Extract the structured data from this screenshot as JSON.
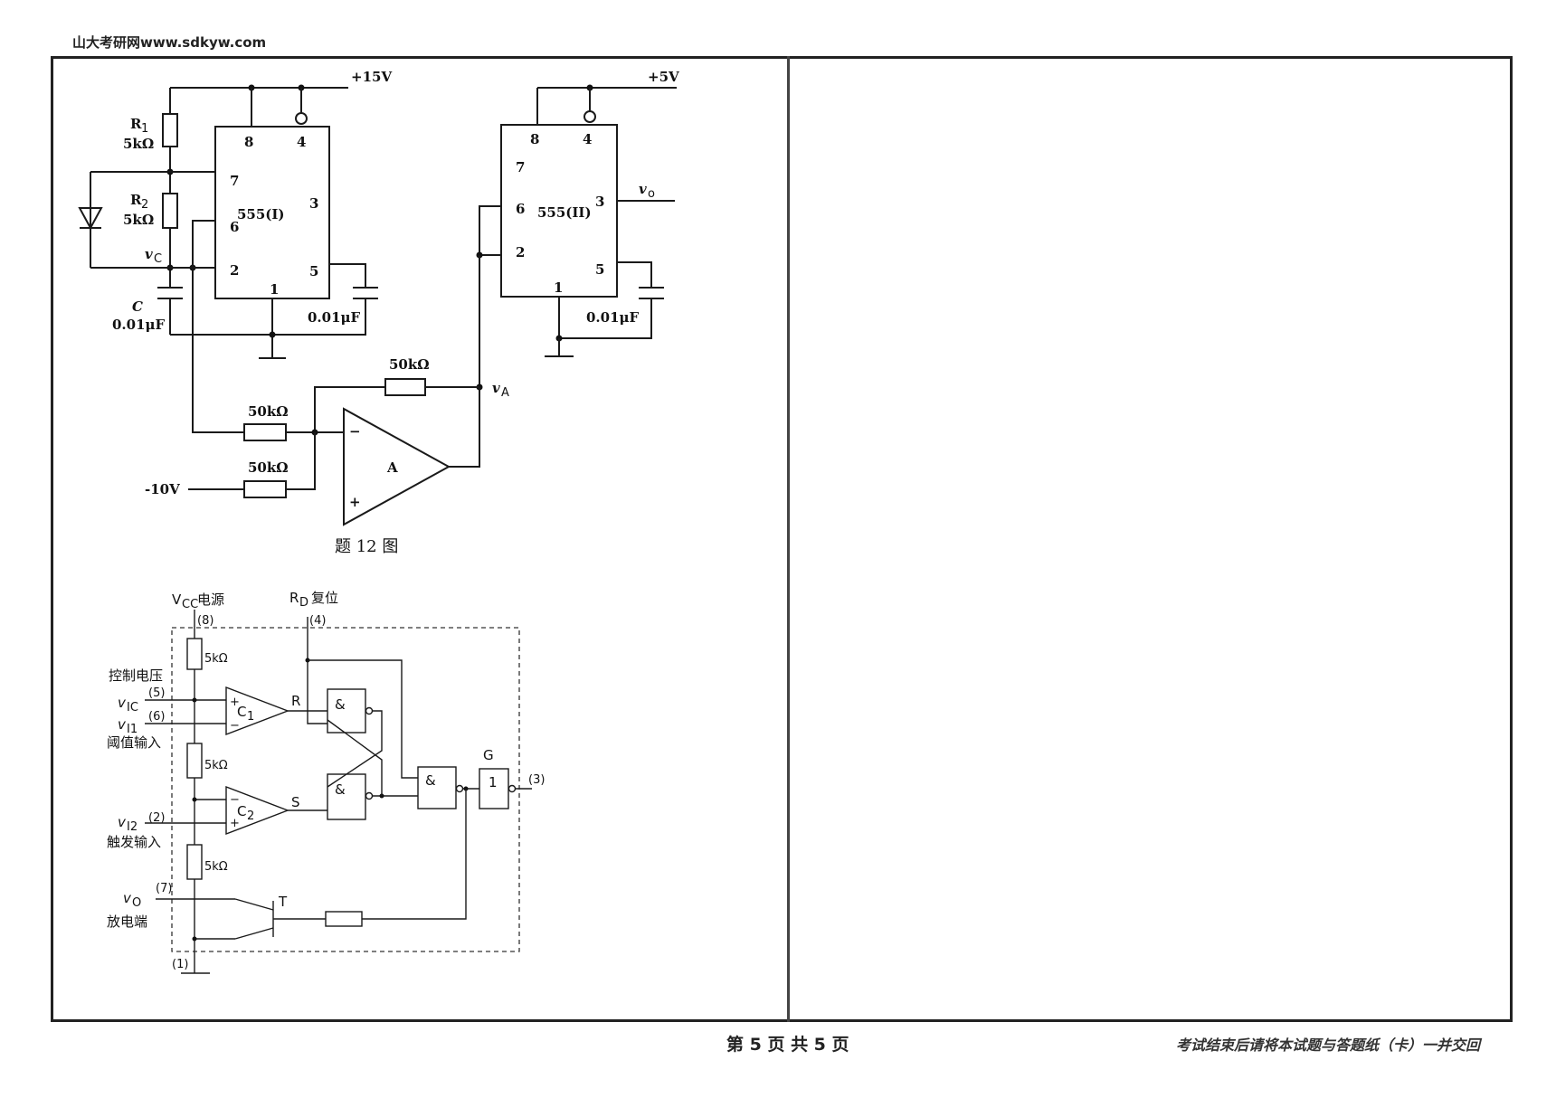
{
  "header": {
    "site": "山大考研网www.sdkyw.com"
  },
  "footer": {
    "page": "第 5 页 共 5 页",
    "note": "考试结束后请将本试题与答题纸（卡）一并交回"
  },
  "fig12": {
    "vcc1": "+15V",
    "vcc2": "+5V",
    "r1": "R",
    "r1_sub": "1",
    "r1_val": "5kΩ",
    "r2": "R",
    "r2_sub": "2",
    "r2_val": "5kΩ",
    "vc": "v",
    "vc_sub": "C",
    "c": "C",
    "c_val": "0.01μF",
    "cap1": "0.01μF",
    "cap2": "0.01μF",
    "ic1": "555(I)",
    "ic2": "555(II)",
    "pins1": [
      "8",
      "4",
      "7",
      "6",
      "3",
      "2",
      "5",
      "1"
    ],
    "pins2": [
      "8",
      "4",
      "7",
      "6",
      "3",
      "2",
      "5",
      "1"
    ],
    "vo": "v",
    "vo_sub": "o",
    "rf": "50kΩ",
    "rin1": "50kΩ",
    "rin2": "50kΩ",
    "va": "v",
    "va_sub": "A",
    "opamp": "A",
    "minus": "−",
    "plus": "+",
    "vneg": "-10V",
    "caption": "题 12 图"
  },
  "fig555": {
    "vcc": "V",
    "vcc_sub": "CC",
    "vcc_cn": " 电源",
    "rd": "R",
    "rd_sub": "D",
    "rd_cn": " 复位",
    "p8": "(8)",
    "p4": "(4)",
    "p5": "(5)",
    "p6": "(6)",
    "p2": "(2)",
    "p7": "(7)",
    "p1": "(1)",
    "p3": "(3)",
    "r5k1": "5kΩ",
    "r5k2": "5kΩ",
    "r5k3": "5kΩ",
    "ctrl": "控制电压",
    "vic": "v",
    "vic_sub": "IC",
    "vi1": "v",
    "vi1_sub": "I1",
    "thr": "阈值输入",
    "vi2": "v",
    "vi2_sub": "I2",
    "trig": "触发输入",
    "vo": "v",
    "vo_sub": "O",
    "dis": "放电端",
    "c1": "C",
    "c1_sub": "1",
    "c2": "C",
    "c2_sub": "2",
    "r": "R",
    "s": "S",
    "and": "&",
    "g": "G",
    "one": "1",
    "t": "T",
    "plus": "+",
    "minus": "−"
  }
}
